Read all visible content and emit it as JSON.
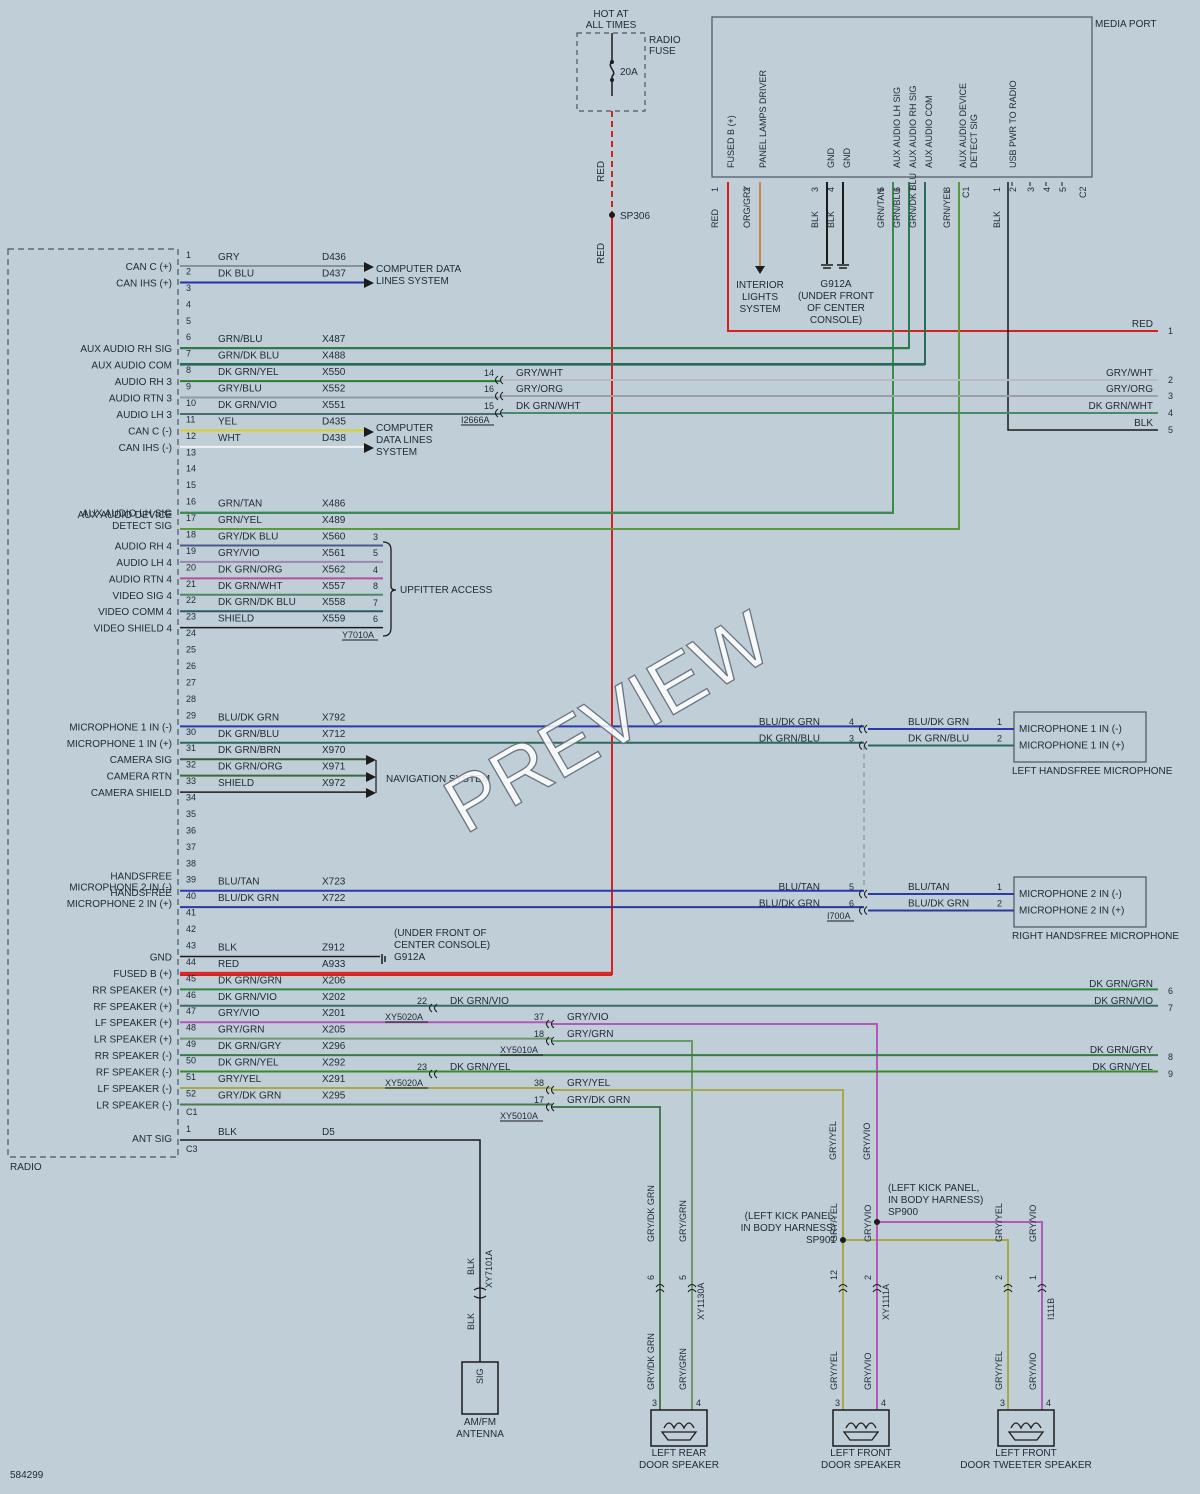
{
  "radio": {
    "title": "RADIO",
    "part_number": "584299",
    "connector_c1": "C1",
    "connector_c3": "C3",
    "pins": [
      {
        "n": "1",
        "label_a": "CAN C (+)",
        "label_b": "",
        "color": "GRY",
        "circuit": "D436",
        "wire": "#8a9196"
      },
      {
        "n": "2",
        "label_a": "CAN IHS (+)",
        "label_b": "",
        "color": "DK BLU",
        "circuit": "D437",
        "wire": "#2433a8"
      },
      {
        "n": "3",
        "label_a": "",
        "label_b": "",
        "color": "",
        "circuit": "",
        "wire": ""
      },
      {
        "n": "4",
        "label_a": "",
        "label_b": "",
        "color": "",
        "circuit": "",
        "wire": ""
      },
      {
        "n": "5",
        "label_a": "",
        "label_b": "",
        "color": "",
        "circuit": "",
        "wire": ""
      },
      {
        "n": "6",
        "label_a": "AUX AUDIO RH SIG",
        "label_b": "",
        "color": "GRN/BLU",
        "circuit": "X487",
        "wire": "#2e7a4a"
      },
      {
        "n": "7",
        "label_a": "AUX AUDIO COM",
        "label_b": "",
        "color": "GRN/DK BLU",
        "circuit": "X488",
        "wire": "#2a6a5a"
      },
      {
        "n": "8",
        "label_a": "AUDIO RH 3",
        "label_b": "",
        "color": "DK GRN/YEL",
        "circuit": "X550",
        "wire": "#2a7a30"
      },
      {
        "n": "9",
        "label_a": "AUDIO RTN 3",
        "label_b": "",
        "color": "GRY/BLU",
        "circuit": "X552",
        "wire": "#8f9aa6"
      },
      {
        "n": "10",
        "label_a": "AUDIO LH 3",
        "label_b": "",
        "color": "DK GRN/VIO",
        "circuit": "X551",
        "wire": "#4a6d72"
      },
      {
        "n": "11",
        "label_a": "CAN C (-)",
        "label_b": "",
        "color": "YEL",
        "circuit": "D435",
        "wire": "#d6d22a"
      },
      {
        "n": "12",
        "label_a": "CAN IHS (-)",
        "label_b": "",
        "color": "WHT",
        "circuit": "D438",
        "wire": "#f2f2f2"
      },
      {
        "n": "13",
        "label_a": "",
        "label_b": "",
        "color": "",
        "circuit": "",
        "wire": ""
      },
      {
        "n": "14",
        "label_a": "",
        "label_b": "",
        "color": "",
        "circuit": "",
        "wire": ""
      },
      {
        "n": "15",
        "label_a": "",
        "label_b": "",
        "color": "",
        "circuit": "",
        "wire": ""
      },
      {
        "n": "16",
        "label_a": "AUX AUDIO LH SIG",
        "label_b": "",
        "color": "GRN/TAN",
        "circuit": "X486",
        "wire": "#3f8a52"
      },
      {
        "n": "17",
        "label_a": "AUX AUDIO DEVICE",
        "label_b": "DETECT SIG",
        "color": "GRN/YEL",
        "circuit": "X489",
        "wire": "#5a9a3a"
      },
      {
        "n": "18",
        "label_a": "AUDIO RH 4",
        "label_b": "",
        "color": "GRY/DK BLU",
        "circuit": "X560",
        "wire": "#4a5a8a"
      },
      {
        "n": "19",
        "label_a": "AUDIO LH 4",
        "label_b": "",
        "color": "GRY/VIO",
        "circuit": "X561",
        "wire": "#9a88b2"
      },
      {
        "n": "20",
        "label_a": "AUDIO RTN 4",
        "label_b": "",
        "color": "DK GRN/ORG",
        "circuit": "X562",
        "wire": "#b5509a"
      },
      {
        "n": "21",
        "label_a": "VIDEO SIG 4",
        "label_b": "",
        "color": "DK GRN/WHT",
        "circuit": "X557",
        "wire": "#4a8a62"
      },
      {
        "n": "22",
        "label_a": "VIDEO COMM 4",
        "label_b": "",
        "color": "DK GRN/DK BLU",
        "circuit": "X558",
        "wire": "#2a5a6a"
      },
      {
        "n": "23",
        "label_a": "VIDEO SHIELD 4",
        "label_b": "",
        "color": "SHIELD",
        "circuit": "X559",
        "wire": "#1c1c1c"
      },
      {
        "n": "24",
        "label_a": "",
        "label_b": "",
        "color": "",
        "circuit": "",
        "wire": ""
      },
      {
        "n": "25",
        "label_a": "",
        "label_b": "",
        "color": "",
        "circuit": "",
        "wire": ""
      },
      {
        "n": "26",
        "label_a": "",
        "label_b": "",
        "color": "",
        "circuit": "",
        "wire": ""
      },
      {
        "n": "27",
        "label_a": "",
        "label_b": "",
        "color": "",
        "circuit": "",
        "wire": ""
      },
      {
        "n": "28",
        "label_a": "",
        "label_b": "",
        "color": "",
        "circuit": "",
        "wire": ""
      },
      {
        "n": "29",
        "label_a": "MICROPHONE 1 IN (-)",
        "label_b": "",
        "color": "BLU/DK GRN",
        "circuit": "X792",
        "wire": "#2a3aa8"
      },
      {
        "n": "30",
        "label_a": "MICROPHONE 1 IN (+)",
        "label_b": "",
        "color": "DK GRN/BLU",
        "circuit": "X712",
        "wire": "#2a6a5e"
      },
      {
        "n": "31",
        "label_a": "CAMERA SIG",
        "label_b": "",
        "color": "DK GRN/BRN",
        "circuit": "X970",
        "wire": "#3a5a3a"
      },
      {
        "n": "32",
        "label_a": "CAMERA RTN",
        "label_b": "",
        "color": "DK GRN/ORG",
        "circuit": "X971",
        "wire": "#3a6a3a"
      },
      {
        "n": "33",
        "label_a": "CAMERA SHIELD",
        "label_b": "",
        "color": "SHIELD",
        "circuit": "X972",
        "wire": "#1c1c1c"
      },
      {
        "n": "34",
        "label_a": "",
        "label_b": "",
        "color": "",
        "circuit": "",
        "wire": ""
      },
      {
        "n": "35",
        "label_a": "",
        "label_b": "",
        "color": "",
        "circuit": "",
        "wire": ""
      },
      {
        "n": "36",
        "label_a": "",
        "label_b": "",
        "color": "",
        "circuit": "",
        "wire": ""
      },
      {
        "n": "37",
        "label_a": "",
        "label_b": "",
        "color": "",
        "circuit": "",
        "wire": ""
      },
      {
        "n": "38",
        "label_a": "",
        "label_b": "",
        "color": "",
        "circuit": "",
        "wire": ""
      },
      {
        "n": "39",
        "label_a": "HANDSFREE",
        "label_b": "MICROPHONE 2 IN (-)",
        "color": "BLU/TAN",
        "circuit": "X723",
        "wire": "#2a3aa8"
      },
      {
        "n": "40",
        "label_a": "HANDSFREE",
        "label_b": "MICROPHONE 2 IN (+)",
        "color": "BLU/DK GRN",
        "circuit": "X722",
        "wire": "#2a3a9a"
      },
      {
        "n": "41",
        "label_a": "",
        "label_b": "",
        "color": "",
        "circuit": "",
        "wire": ""
      },
      {
        "n": "42",
        "label_a": "",
        "label_b": "",
        "color": "",
        "circuit": "",
        "wire": ""
      },
      {
        "n": "43",
        "label_a": "GND",
        "label_b": "",
        "color": "BLK",
        "circuit": "Z912",
        "wire": "#1c1c1c"
      },
      {
        "n": "44",
        "label_a": "FUSED B (+)",
        "label_b": "",
        "color": "RED",
        "circuit": "A933",
        "wire": "#d62020"
      },
      {
        "n": "45",
        "label_a": "RR SPEAKER (+)",
        "label_b": "",
        "color": "DK GRN/GRN",
        "circuit": "X206",
        "wire": "#2a8a3a"
      },
      {
        "n": "46",
        "label_a": "RF SPEAKER (+)",
        "label_b": "",
        "color": "DK GRN/VIO",
        "circuit": "X202",
        "wire": "#3a6a6a"
      },
      {
        "n": "47",
        "label_a": "LF SPEAKER (+)",
        "label_b": "",
        "color": "GRY/VIO",
        "circuit": "X201",
        "wire": "#b35ab8"
      },
      {
        "n": "48",
        "label_a": "LR SPEAKER (+)",
        "label_b": "",
        "color": "GRY/GRN",
        "circuit": "X205",
        "wire": "#6a9a6a"
      },
      {
        "n": "49",
        "label_a": "RR SPEAKER (-)",
        "label_b": "",
        "color": "DK GRN/GRY",
        "circuit": "X296",
        "wire": "#3a7a4a"
      },
      {
        "n": "50",
        "label_a": "RF SPEAKER (-)",
        "label_b": "",
        "color": "DK GRN/YEL",
        "circuit": "X292",
        "wire": "#3a8a2a"
      },
      {
        "n": "51",
        "label_a": "LF SPEAKER (-)",
        "label_b": "",
        "color": "GRY/YEL",
        "circuit": "X291",
        "wire": "#a8a848"
      },
      {
        "n": "52",
        "label_a": "LR SPEAKER (-)",
        "label_b": "",
        "color": "GRY/DK GRN",
        "circuit": "X295",
        "wire": "#4a7a52"
      }
    ],
    "ant": {
      "n": "1",
      "label": "ANT SIG",
      "color": "BLK",
      "circuit": "D5"
    }
  },
  "fuse": {
    "hot": "HOT AT",
    "hot2": "ALL TIMES",
    "name": "RADIO",
    "name2": "FUSE",
    "rating": "20A",
    "wire_top": "RED",
    "splice": "SP306",
    "wire_bottom": "RED"
  },
  "media_port": {
    "title": "MEDIA PORT",
    "pins": [
      {
        "n": "1",
        "label": "FUSED B (+)",
        "label2": "",
        "color": "RED"
      },
      {
        "n": "2",
        "label": "PANEL LAMPS DRIVER",
        "label2": "",
        "color": "ORG/GRY"
      },
      {
        "n": "3",
        "label": "GND",
        "label2": "",
        "color": "BLK"
      },
      {
        "n": "4",
        "label": "GND",
        "label2": "",
        "color": "BLK"
      },
      {
        "n": "5",
        "label": "AUX AUDIO LH SIG",
        "label2": "",
        "color": "GRN/TAN"
      },
      {
        "n": "6",
        "label": "AUX AUDIO RH SIG",
        "label2": "",
        "color": "GRN/BLU"
      },
      {
        "n": "7",
        "label": "AUX AUDIO COM",
        "label2": "",
        "color": "GRN/DK BLU"
      },
      {
        "n": "8",
        "label": "AUX AUDIO DEVICE",
        "label2": "DETECT SIG",
        "color": "GRN/YEL"
      },
      {
        "n": "1",
        "label": "USB PWR TO RADIO",
        "label2": "",
        "color": "BLK"
      }
    ],
    "c1": "C1",
    "c2": "C2",
    "c2_pins": [
      "2",
      "3",
      "4",
      "5"
    ],
    "interior_lights": [
      "INTERIOR",
      "LIGHTS",
      "SYSTEM"
    ],
    "ground": [
      "G912A",
      "(UNDER FRONT",
      "OF CENTER",
      "CONSOLE)"
    ]
  },
  "labels": {
    "cdl_top": [
      "COMPUTER DATA",
      "LINES SYSTEM"
    ],
    "cdl_bottom": [
      "COMPUTER",
      "DATA LINES",
      "SYSTEM"
    ],
    "connector_i2666a": "I2666A",
    "i2666a_pins": [
      {
        "n": "14",
        "color": "GRY/WHT"
      },
      {
        "n": "16",
        "color": "GRY/ORG"
      },
      {
        "n": "15",
        "color": "DK GRN/WHT"
      }
    ],
    "uplink_pins": [
      "3",
      "5",
      "4",
      "8",
      "7",
      "6"
    ],
    "upfitter": "UPFITTER ACCESS",
    "connector_y7010a": "Y7010A",
    "navigation": "NAVIGATION SYSTEM",
    "gnd_note": [
      "(UNDER FRONT OF",
      "CENTER CONSOLE)",
      "G912A"
    ],
    "usb_end": {
      "wires": [
        {
          "n": "1",
          "color": "RED"
        },
        {
          "n": "2",
          "color": "GRY/WHT"
        },
        {
          "n": "3",
          "color": "GRY/ORG"
        },
        {
          "n": "4",
          "color": "DK GRN/WHT"
        },
        {
          "n": "5",
          "color": "BLK"
        }
      ]
    }
  },
  "microphones": {
    "left": {
      "title": "LEFT HANDSFREE MICROPHONE",
      "pins": [
        {
          "inline": "4",
          "far": "1",
          "color": "BLU/DK GRN",
          "label": "MICROPHONE 1 IN (-)"
        },
        {
          "inline": "3",
          "far": "2",
          "color": "DK GRN/BLU",
          "label": "MICROPHONE 1 IN (+)"
        }
      ],
      "left_colors": [
        "BLU/DK GRN",
        "DK GRN/BLU"
      ]
    },
    "right": {
      "title": "RIGHT HANDSFREE MICROPHONE",
      "pins": [
        {
          "inline": "5",
          "far": "1",
          "color": "BLU/TAN",
          "label": "MICROPHONE 2 IN (-)"
        },
        {
          "inline": "6",
          "far": "2",
          "color": "BLU/DK GRN",
          "label": "MICROPHONE 2 IN (+)"
        }
      ],
      "left_colors": [
        "BLU/TAN",
        "BLU/DK GRN"
      ],
      "connector": "I700A"
    }
  },
  "speakers": {
    "right_outputs": [
      {
        "n": "6",
        "color": "DK GRN/GRN"
      },
      {
        "n": "7",
        "color": "DK GRN/VIO"
      },
      {
        "n": "8",
        "color": "DK GRN/GRY"
      },
      {
        "n": "9",
        "color": "DK GRN/YEL"
      }
    ],
    "inline": [
      {
        "n": "22",
        "color": "DK GRN/VIO",
        "conn": "XY5020A"
      },
      {
        "n": "37",
        "color": "GRY/VIO",
        "conn": ""
      },
      {
        "n": "18",
        "color": "GRY/GRN",
        "conn": "XY5010A"
      },
      {
        "n": "23",
        "color": "DK GRN/YEL",
        "conn": "XY5020A"
      },
      {
        "n": "38",
        "color": "GRY/YEL",
        "conn": ""
      },
      {
        "n": "17",
        "color": "GRY/DK GRN",
        "conn": "XY5010A"
      }
    ],
    "splices": {
      "sp900": [
        "(LEFT KICK PANEL,",
        "IN BODY HARNESS)",
        "SP900"
      ],
      "sp901": [
        "(LEFT KICK PANEL,",
        "IN BODY HARNESS)",
        "SP901"
      ]
    },
    "vertical_colors": {
      "lf_top_yel": "GRY/YEL",
      "lf_top_vio": "GRY/VIO"
    },
    "rear_door": {
      "title": [
        "LEFT REAR",
        "DOOR SPEAKER"
      ],
      "conn": "XY1130A",
      "colors": [
        "GRY/DK GRN",
        "GRY/GRN"
      ],
      "inline_pins": [
        "6",
        "5"
      ],
      "pins": [
        "3",
        "4"
      ]
    },
    "front_door": {
      "title": [
        "LEFT FRONT",
        "DOOR SPEAKER"
      ],
      "conn": "XY1111A",
      "colors": [
        "GRY/YEL",
        "GRY/VIO"
      ],
      "inline_pins": [
        "12",
        "2"
      ],
      "pins": [
        "3",
        "4"
      ]
    },
    "tweeter": {
      "title": [
        "LEFT FRONT",
        "DOOR TWEETER SPEAKER"
      ],
      "conn": "I111B",
      "colors": [
        "GRY/YEL",
        "GRY/VIO"
      ],
      "inline_pins": [
        "2",
        "1"
      ],
      "pins": [
        "3",
        "4"
      ]
    }
  },
  "antenna": {
    "title": [
      "AM/FM",
      "ANTENNA"
    ],
    "pin": "SIG",
    "conn": "XY7101A",
    "wire_top": "BLK",
    "wire_bottom": "BLK"
  },
  "watermark": "PREVIEW",
  "colors": {
    "background": "#c0ced8",
    "red": "#d62020",
    "black": "#1c1c1c"
  }
}
